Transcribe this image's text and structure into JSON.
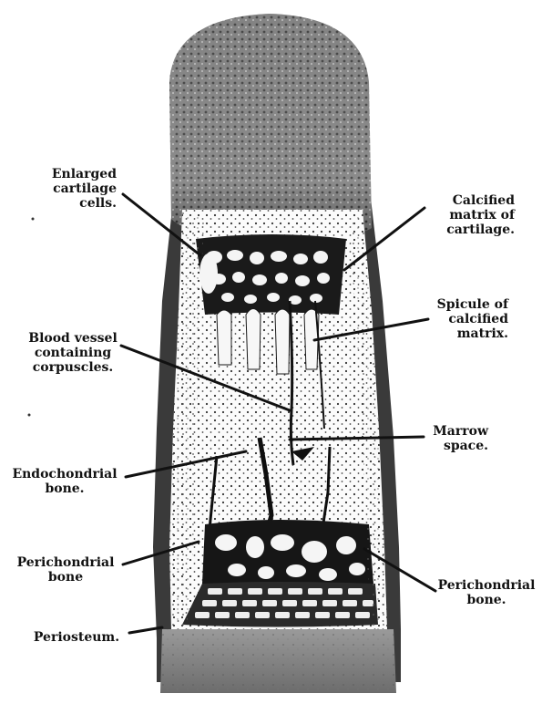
{
  "labels": {
    "enlarged_cartilage_cells": [
      "Enlarged",
      "cartilage",
      "cells."
    ],
    "calcified_matrix": [
      "Calcified",
      "matrix of",
      "cartilage."
    ],
    "spicule": [
      "Spicule of",
      "calcified",
      "matrix."
    ],
    "blood_vessel": [
      "Blood vessel",
      "containing",
      "corpuscles."
    ],
    "marrow_space": [
      "Marrow",
      "space."
    ],
    "endochondrial_bone": [
      "Endochondrial",
      "bone."
    ],
    "perichondrial_bone_left": [
      "Perichondrial",
      "bone"
    ],
    "perichondrial_bone_right": [
      "Perichondrial",
      "bone."
    ],
    "periosteum": [
      "Periosteum."
    ]
  }
}
